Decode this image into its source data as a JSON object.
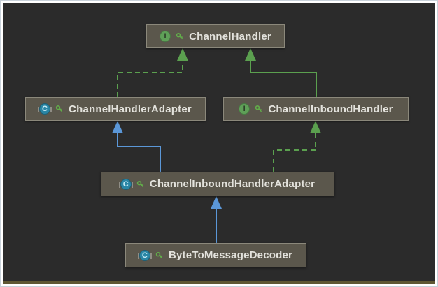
{
  "diagram": {
    "nodes": [
      {
        "label": "ChannelHandler",
        "kind": "interface",
        "icon_letter": "I"
      },
      {
        "label": "ChannelHandlerAdapter",
        "kind": "class",
        "icon_letter": "C"
      },
      {
        "label": "ChannelInboundHandler",
        "kind": "interface",
        "icon_letter": "I"
      },
      {
        "label": "ChannelInboundHandlerAdapter",
        "kind": "class",
        "icon_letter": "C"
      },
      {
        "label": "ByteToMessageDecoder",
        "kind": "class",
        "icon_letter": "C"
      }
    ],
    "edges": [
      {
        "from": "ChannelHandlerAdapter",
        "to": "ChannelHandler",
        "relation": "implements",
        "style": "dashed",
        "color": "#5ba04f"
      },
      {
        "from": "ChannelInboundHandler",
        "to": "ChannelHandler",
        "relation": "extends",
        "style": "solid",
        "color": "#5ba04f"
      },
      {
        "from": "ChannelInboundHandlerAdapter",
        "to": "ChannelHandlerAdapter",
        "relation": "extends",
        "style": "solid",
        "color": "#5b97d8"
      },
      {
        "from": "ChannelInboundHandlerAdapter",
        "to": "ChannelInboundHandler",
        "relation": "implements",
        "style": "dashed",
        "color": "#5ba04f"
      },
      {
        "from": "ByteToMessageDecoder",
        "to": "ChannelInboundHandlerAdapter",
        "relation": "extends",
        "style": "solid",
        "color": "#5b97d8"
      }
    ],
    "colors": {
      "canvas_background": "#2b2b2b",
      "node_background": "#5b574c",
      "node_border": "#8b887b",
      "node_text": "#e3e2dc",
      "interface_icon": "#5f9f58",
      "class_icon": "#2a86a5",
      "key_icon": "#62ad4a",
      "extends_class_arrow": "#5b97d8",
      "interface_arrow": "#5ba04f",
      "bottom_edge_line": "#5e5733",
      "frame": "#ffffff"
    }
  }
}
